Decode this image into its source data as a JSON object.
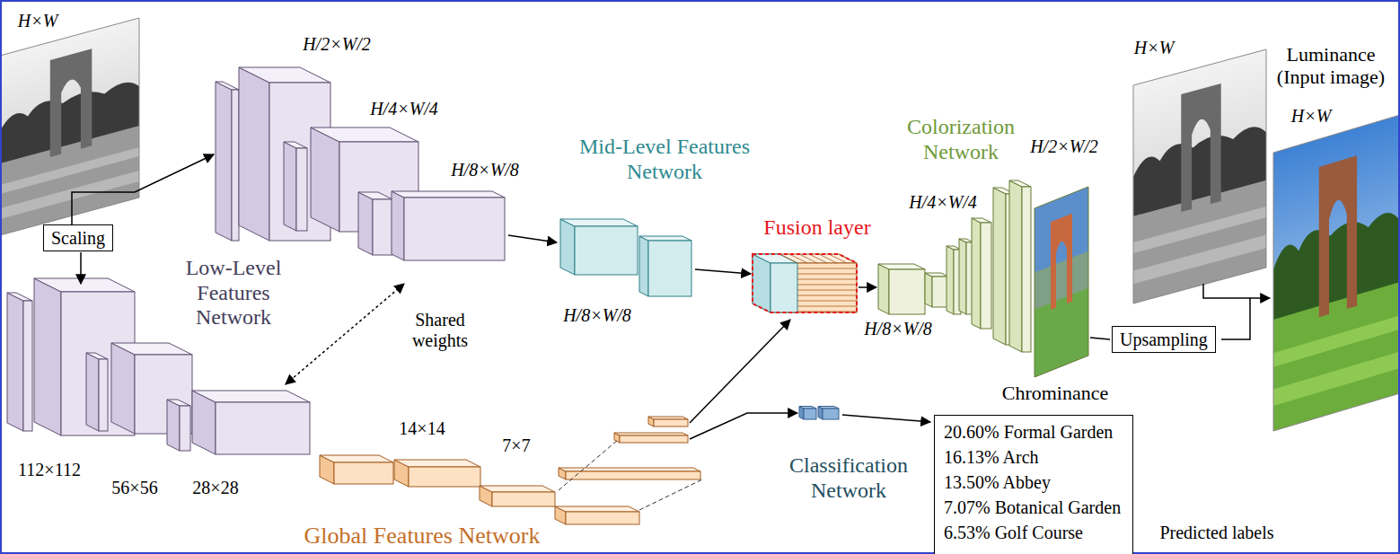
{
  "diagram": {
    "nodes": [
      {
        "text": [
          "Scaling"
        ]
      },
      {
        "text": [
          "Upsampling"
        ]
      },
      {
        "text": [
          "20.60% Formal Garden",
          "16.13% Arch",
          "13.50% Abbey",
          "7.07% Botanical Garden",
          "6.53% Golf Course"
        ]
      }
    ],
    "labels": [
      "H×W",
      "H/2×W/2",
      "H/4×W/4",
      "H/8×W/8",
      "Mid-Level Features Network",
      "Fusion layer",
      "Colorization Network",
      "H/4×W/4",
      "H/2×W/2",
      "H×W",
      "Luminance (Input image)",
      "H×W",
      "Low-Level Features Network",
      "Shared weights",
      "H/8×W/8",
      "H/8×W/8",
      "Chrominance",
      "112×112",
      "56×56",
      "28×28",
      "14×14",
      "7×7",
      "Classification Network",
      "Predicted labels",
      "Global Features Network"
    ]
  }
}
